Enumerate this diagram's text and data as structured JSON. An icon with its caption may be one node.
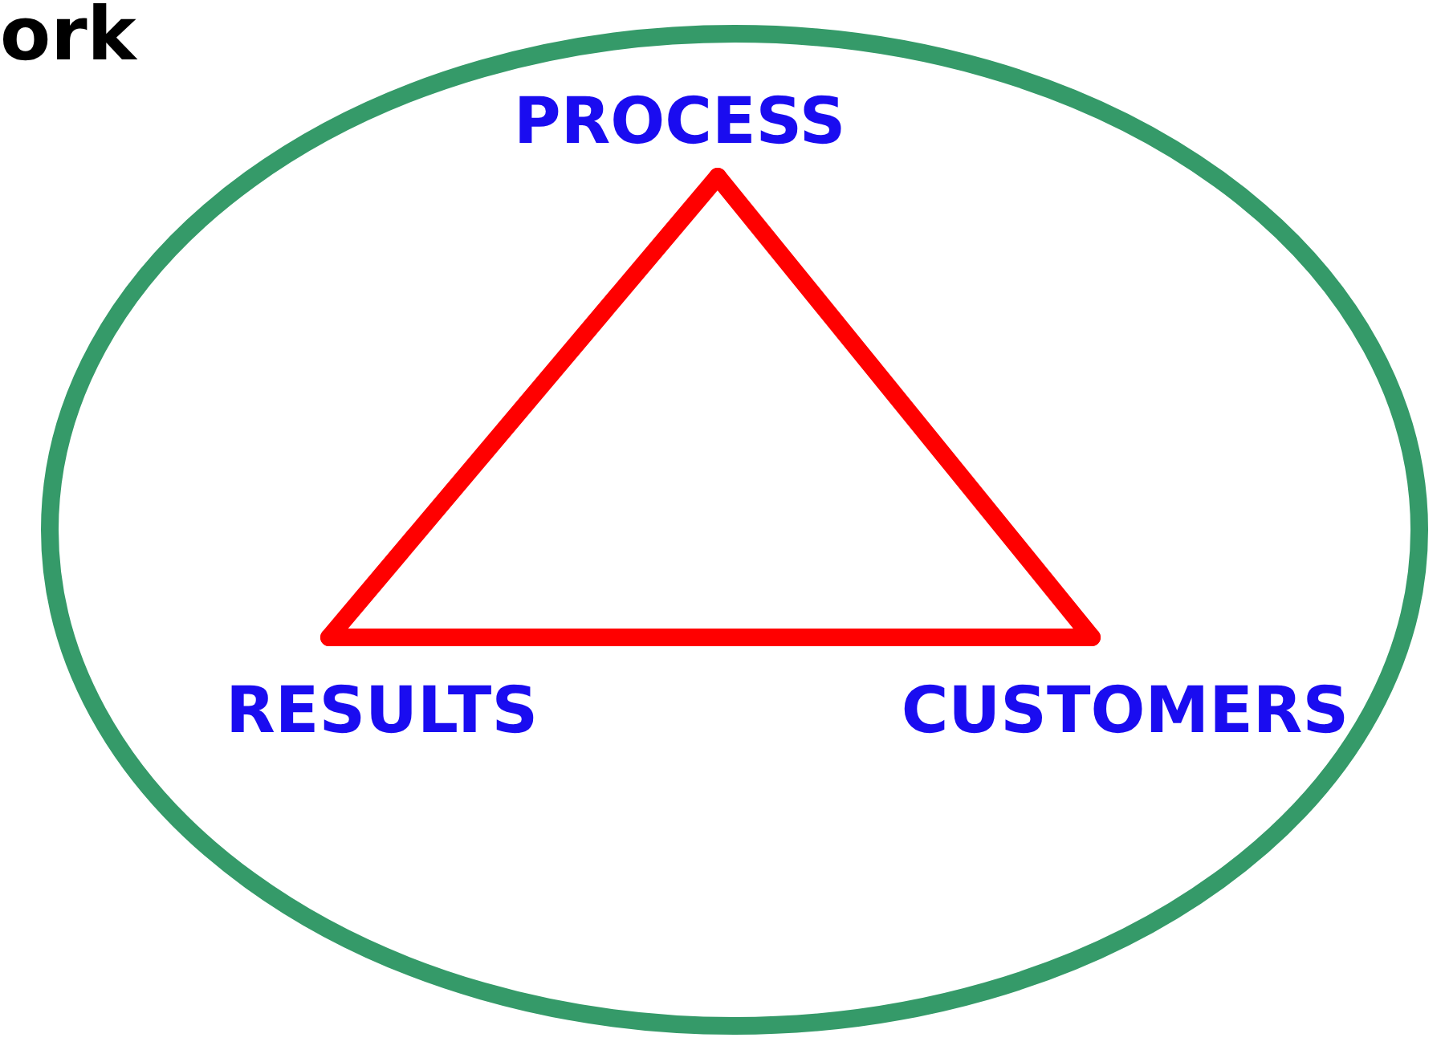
{
  "diagram": {
    "nodes": [
      {
        "text": [],
        "shape": "ellipse"
      },
      {
        "text": [
          "PROCESS"
        ],
        "in": 0
      },
      {
        "text": [
          "RESULTS"
        ],
        "in": 0
      },
      {
        "text": [
          "CUSTOMERS"
        ],
        "in": 0
      }
    ],
    "edges": [
      {
        "from": 1,
        "to": 2,
        "arrow": "none"
      },
      {
        "from": 2,
        "to": 3,
        "arrow": "none"
      },
      {
        "from": 3,
        "to": 1,
        "arrow": "none"
      }
    ],
    "labels": [
      "ork"
    ]
  }
}
